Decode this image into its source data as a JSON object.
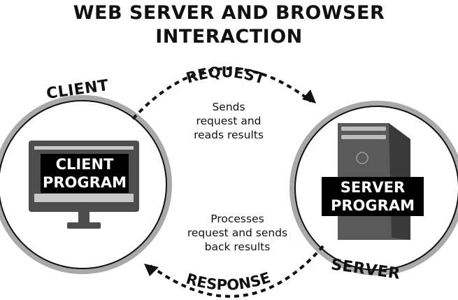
{
  "title": {
    "line1": "WEB SERVER AND BROWSER",
    "line2": "INTERACTION"
  },
  "labels": {
    "client": "CLIENT",
    "server": "SERVER",
    "request": "REQUEST",
    "response": "RESPONSE"
  },
  "client_program": {
    "line1": "CLIENT",
    "line2": "PROGRAM"
  },
  "server_program": {
    "line1": "SERVER",
    "line2": "PROGRAM"
  },
  "request_caption": {
    "line1": "Sends",
    "line2": "request and",
    "line3": "reads results"
  },
  "response_caption": {
    "line1": "Processes",
    "line2": "request and sends",
    "line3": "back results"
  },
  "colors": {
    "ring": "#a9a9a9",
    "monitor": "#4d4d4d",
    "tower": "#5a5a5a",
    "text": "#111111"
  }
}
